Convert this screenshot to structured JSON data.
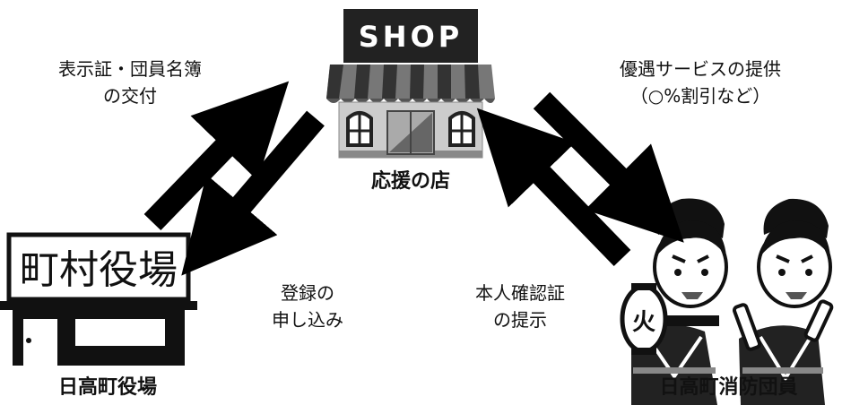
{
  "shop": {
    "sign_text": "SHOP",
    "label": "応援の店"
  },
  "town_office": {
    "sign_text": "町村役場",
    "label": "日高町役場"
  },
  "firefighters": {
    "label": "日高町消防団員",
    "lantern_char": "火"
  },
  "flows": {
    "office_to_shop": [
      "表示証・団員名簿",
      "の交付"
    ],
    "shop_to_office": [
      "登録の",
      "申し込み"
    ],
    "shop_to_fire": [
      "優遇サービスの提供",
      "（○%割引など）"
    ],
    "fire_to_shop": [
      "本人確認証",
      "の提示"
    ]
  }
}
